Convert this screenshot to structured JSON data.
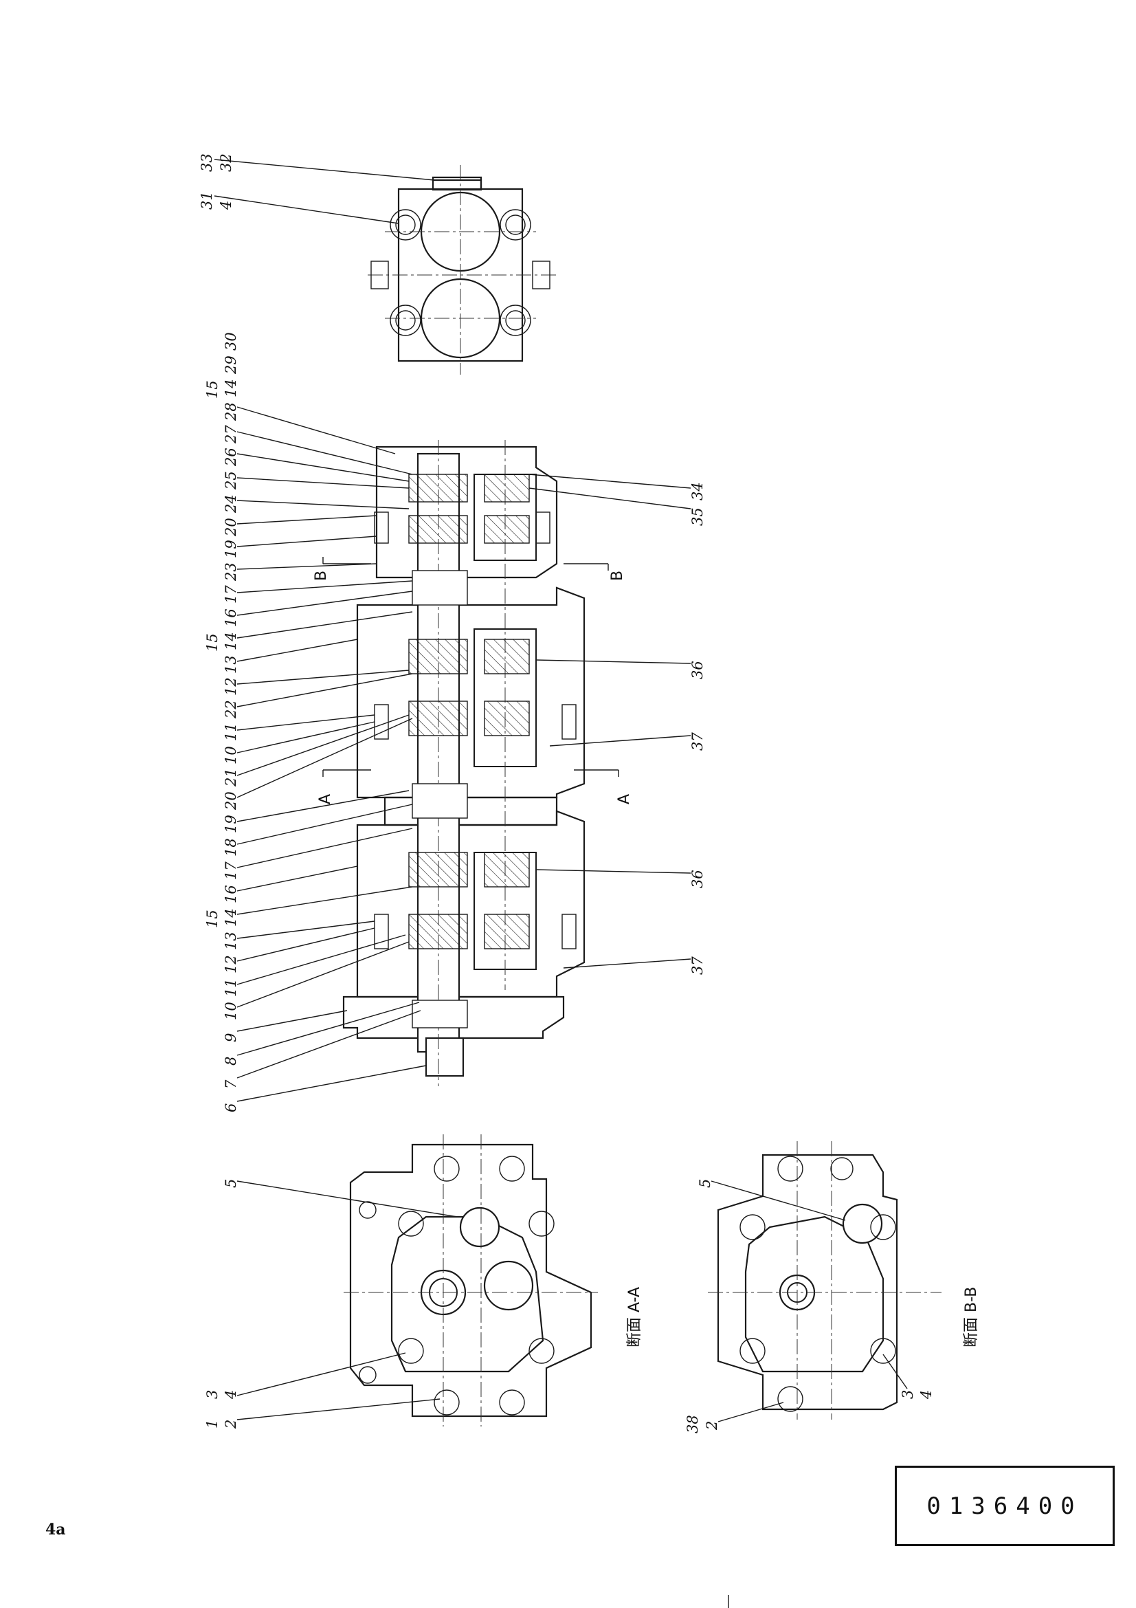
{
  "drawing_number": "0136400",
  "page_mark": "4a",
  "section_titles": {
    "section_a": "断面 A-A",
    "section_b": "断面 B-B"
  },
  "section_markers": {
    "a_left": "A",
    "a_right": "A",
    "b_left": "B",
    "b_right": "B"
  },
  "left_callouts": [
    "6",
    "7",
    "8",
    "9",
    "10",
    "11",
    "12",
    "13",
    "14",
    "15",
    "16",
    "17",
    "18",
    "19",
    "20",
    "21",
    "10",
    "11",
    "22",
    "12",
    "13",
    "14",
    "15",
    "16",
    "17",
    "23",
    "19",
    "20",
    "24",
    "25",
    "26",
    "27",
    "28",
    "14",
    "15",
    "29",
    "30"
  ],
  "right_callouts": [
    "37",
    "36",
    "37",
    "36",
    "35",
    "34"
  ],
  "top_view_callouts": [
    "33",
    "32",
    "31",
    "4"
  ],
  "section_a_callouts": [
    "5",
    "3",
    "4",
    "1",
    "2"
  ],
  "section_b_callouts": [
    "5",
    "38",
    "2",
    "3",
    "4"
  ]
}
